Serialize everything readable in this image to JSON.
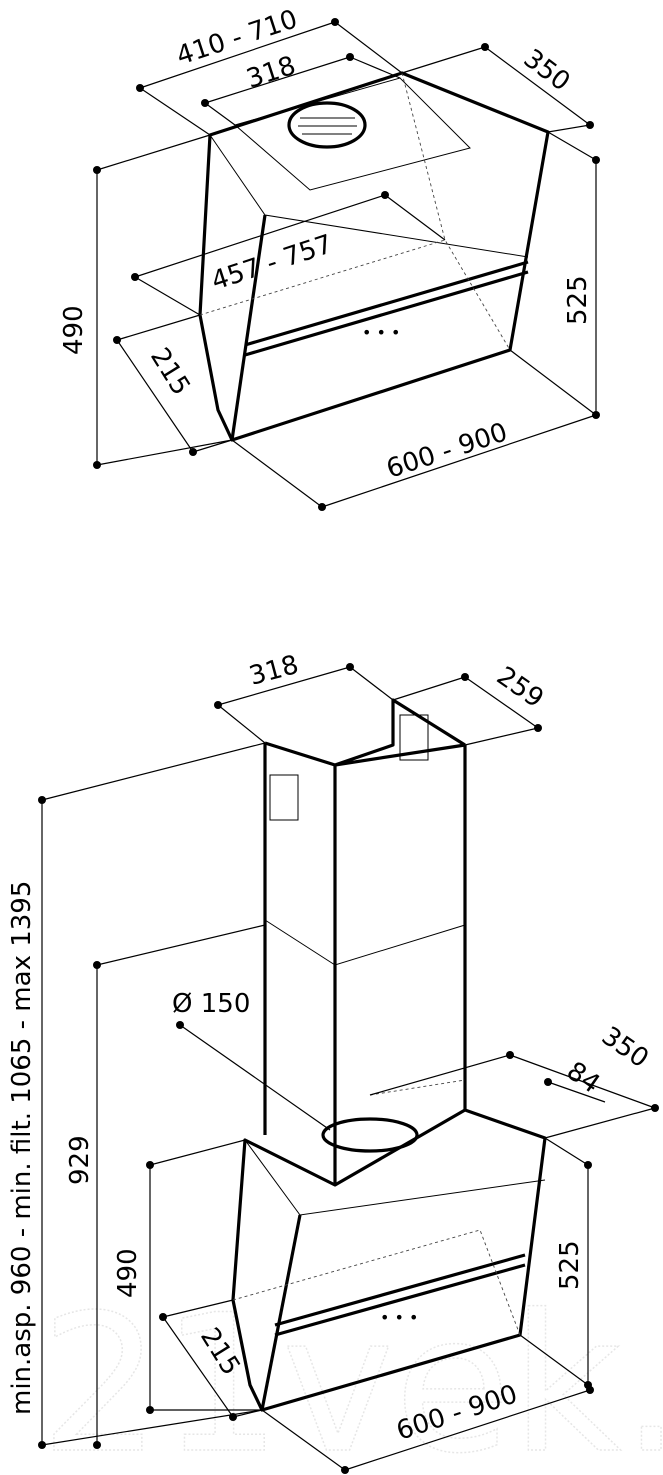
{
  "top_view": {
    "dim_width_range": "410 - 710",
    "dim_top_width": "318",
    "dim_depth_top": "350",
    "dim_mid_width": "457 - 757",
    "dim_height_left": "490",
    "dim_height_right": "525",
    "dim_bottom_depth": "215",
    "dim_hood_width": "600 - 900"
  },
  "bottom_view": {
    "dim_chimney_width": "318",
    "dim_chimney_depth": "259",
    "dim_total_height": "min.asp. 960 - min. filt. 1065 - max 1395",
    "dim_929": "929",
    "dim_duct": "Ø 150",
    "dim_depth": "350",
    "dim_offset": "84",
    "dim_height_left": "490",
    "dim_height_right": "525",
    "dim_bottom_depth": "215",
    "dim_hood_width": "600 - 900"
  },
  "watermark": "21vek.by"
}
